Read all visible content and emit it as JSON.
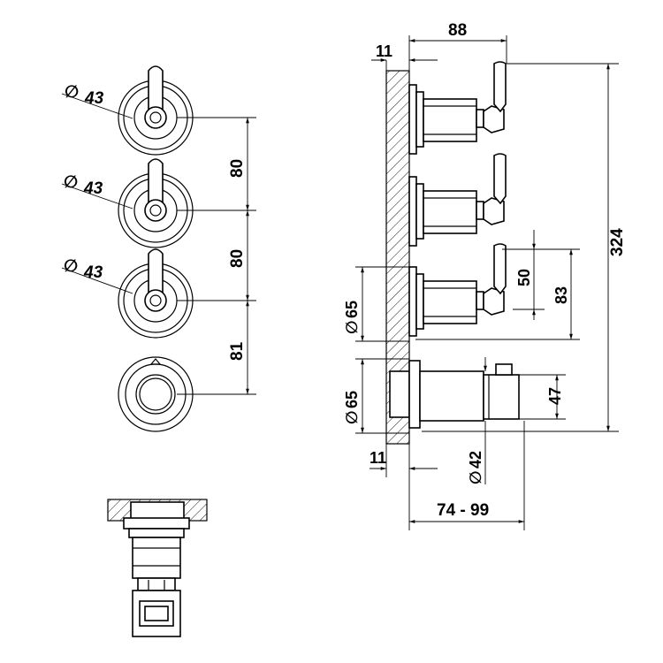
{
  "colors": {
    "line": "#000000",
    "background": "#ffffff"
  },
  "front_view": {
    "diameter_labels": [
      "43",
      "43",
      "43"
    ],
    "spacing_labels": [
      "80",
      "80",
      "81"
    ]
  },
  "side_view": {
    "top_dims": {
      "wall_offset": "11",
      "depth": "88"
    },
    "overall_height": "324",
    "lever_dims": {
      "handle": "50",
      "body": "83"
    },
    "flange_diameters": [
      "65",
      "65"
    ],
    "diverter_height": "47",
    "diverter_diameter": "42",
    "bottom_dims": {
      "wall_offset": "11",
      "range": "74 - 99"
    }
  },
  "diameter_symbol": "∅"
}
